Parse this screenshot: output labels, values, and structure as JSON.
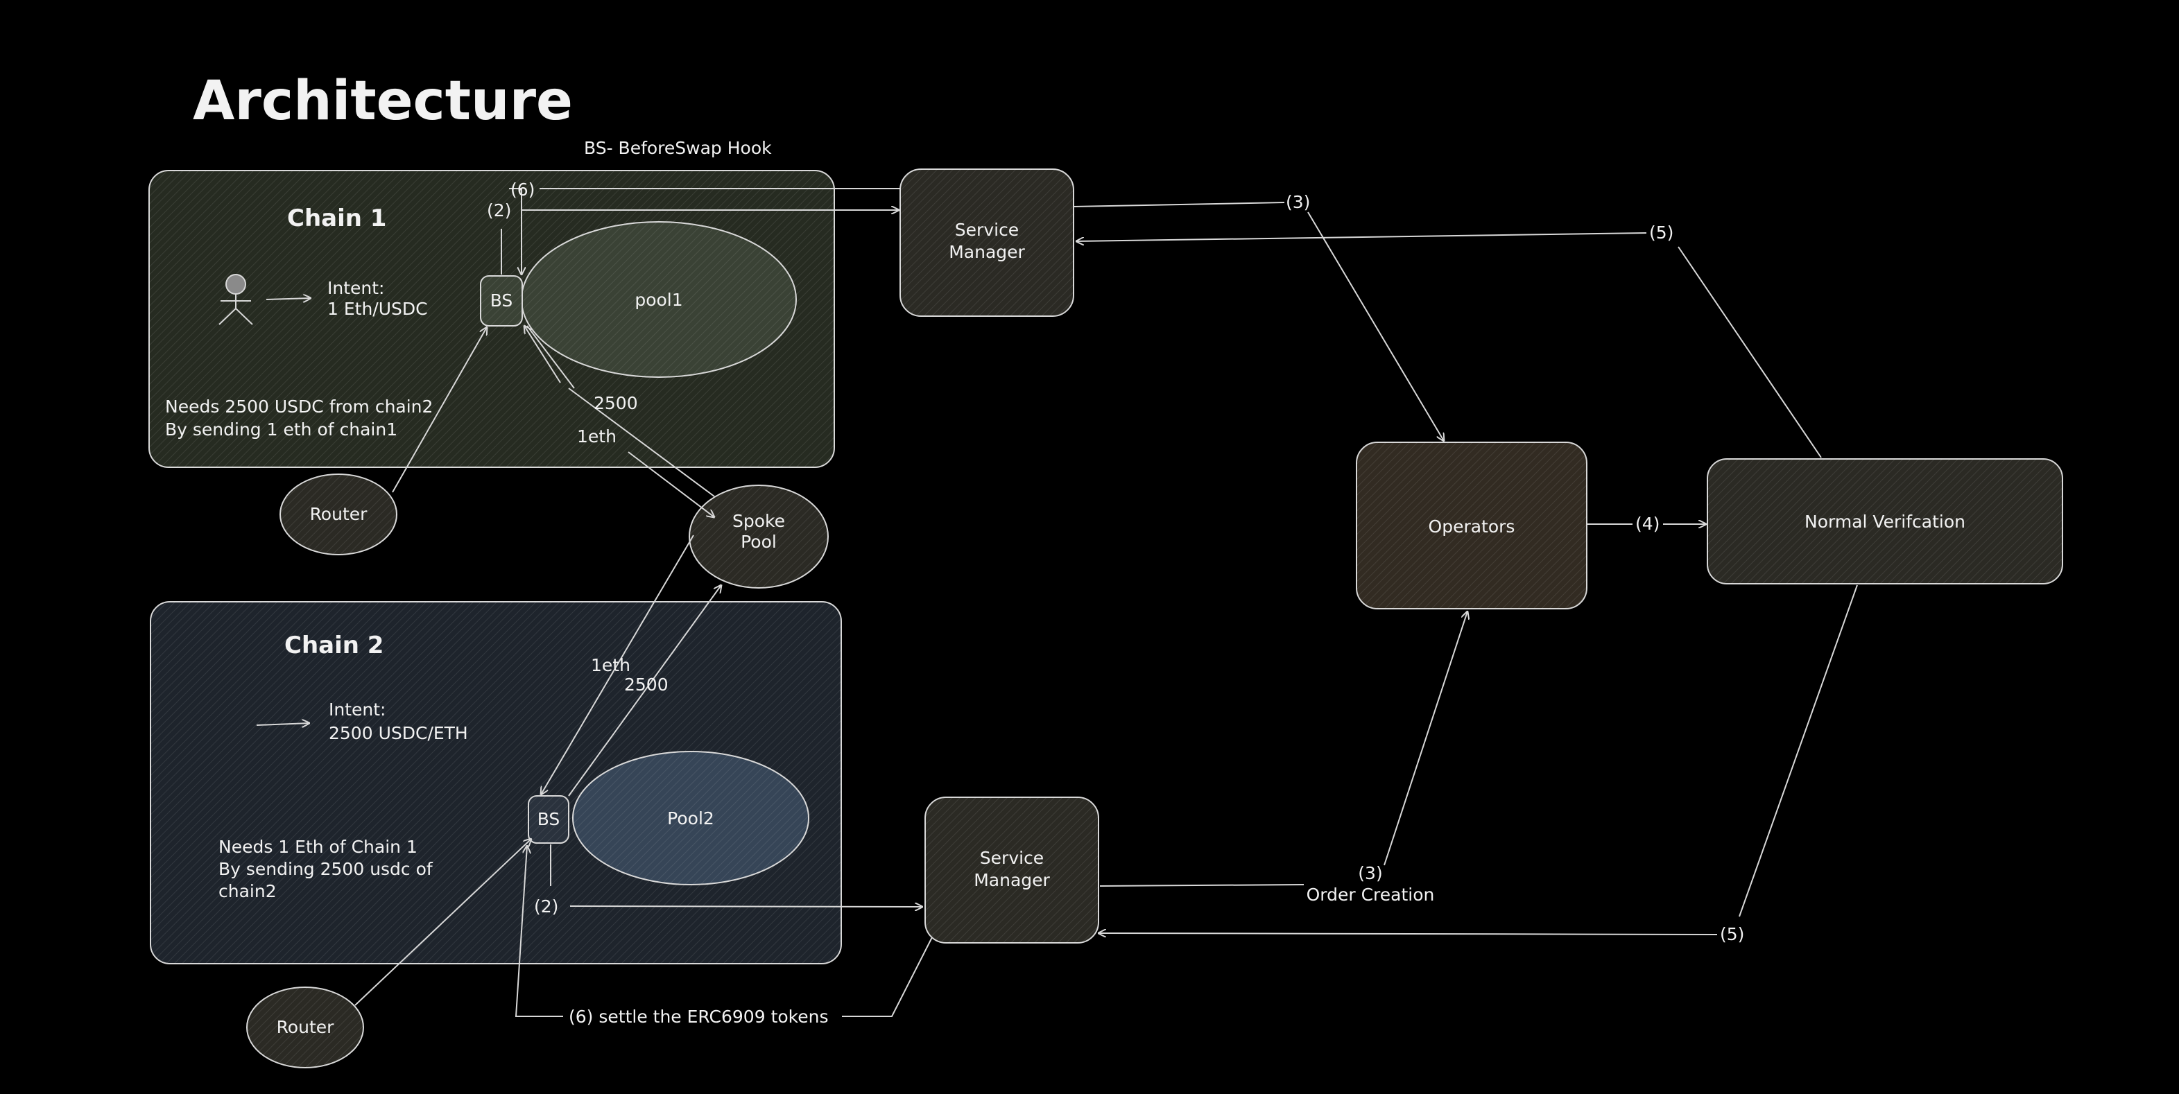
{
  "title": "Architecture",
  "legend_note": "BS- BeforeSwap Hook",
  "chain1": {
    "label": "Chain 1",
    "intent_line1": "Intent:",
    "intent_line2": "1 Eth/USDC",
    "bs_label": "BS",
    "pool_label": "pool1",
    "needs_line1": "Needs 2500 USDC from chain2",
    "needs_line2": "By sending 1 eth of chain1"
  },
  "chain2": {
    "label": "Chain 2",
    "intent_line1": "Intent:",
    "intent_line2": "2500 USDC/ETH",
    "bs_label": "BS",
    "pool_label": "Pool2",
    "needs_line1": "Needs 1 Eth of Chain 1",
    "needs_line2": "By sending 2500 usdc of",
    "needs_line3": "chain2"
  },
  "router_top": "Router",
  "router_bottom": "Router",
  "spoke_pool": {
    "line1": "Spoke",
    "line2": "Pool"
  },
  "service_manager_top": {
    "line1": "Service",
    "line2": "Manager"
  },
  "service_manager_bottom": {
    "line1": "Service",
    "line2": "Manager"
  },
  "operators": "Operators",
  "verification": "Normal Verifcation",
  "edge_labels": {
    "step6_top": "(6)",
    "step2_top": "(2)",
    "step3_top": "(3)",
    "step5_top": "(5)",
    "step4": "(4)",
    "step3_bottom": "(3)",
    "order_creation": "Order Creation",
    "step5_bottom": "(5)",
    "step2_bottom": "(2)",
    "settle": "(6) settle the ERC6909 tokens",
    "amt_2500_top": "2500",
    "amt_1eth_top": "1eth",
    "amt_1eth_bottom": "1eth",
    "amt_2500_bottom": "2500"
  },
  "colors": {
    "background": "#000000",
    "chain1_fill": "#262b21",
    "chain2_fill": "#1e242c",
    "box_fill": "#2b2a24",
    "operators_fill": "#322b22",
    "stroke": "#d8d8d8"
  }
}
